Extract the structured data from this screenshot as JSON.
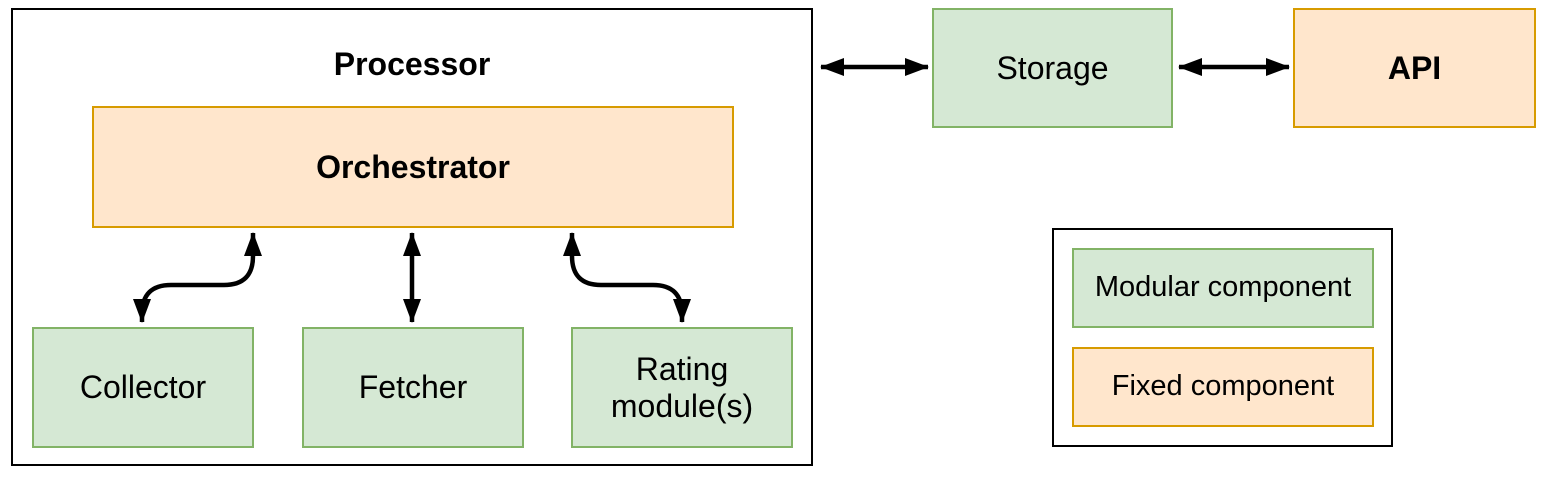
{
  "colors": {
    "modular_fill": "#D5E8D4",
    "modular_stroke": "#82B366",
    "fixed_fill": "#FFE6CC",
    "fixed_stroke": "#D79B00",
    "arrow": "#000000",
    "outline": "#000000"
  },
  "processor": {
    "title": "Processor",
    "orchestrator_label": "Orchestrator",
    "modules": [
      {
        "label": "Collector"
      },
      {
        "label": "Fetcher"
      },
      {
        "label": "Rating\nmodule(s)"
      }
    ]
  },
  "storage_label": "Storage",
  "api_label": "API",
  "legend": {
    "modular_label": "Modular component",
    "fixed_label": "Fixed component"
  }
}
